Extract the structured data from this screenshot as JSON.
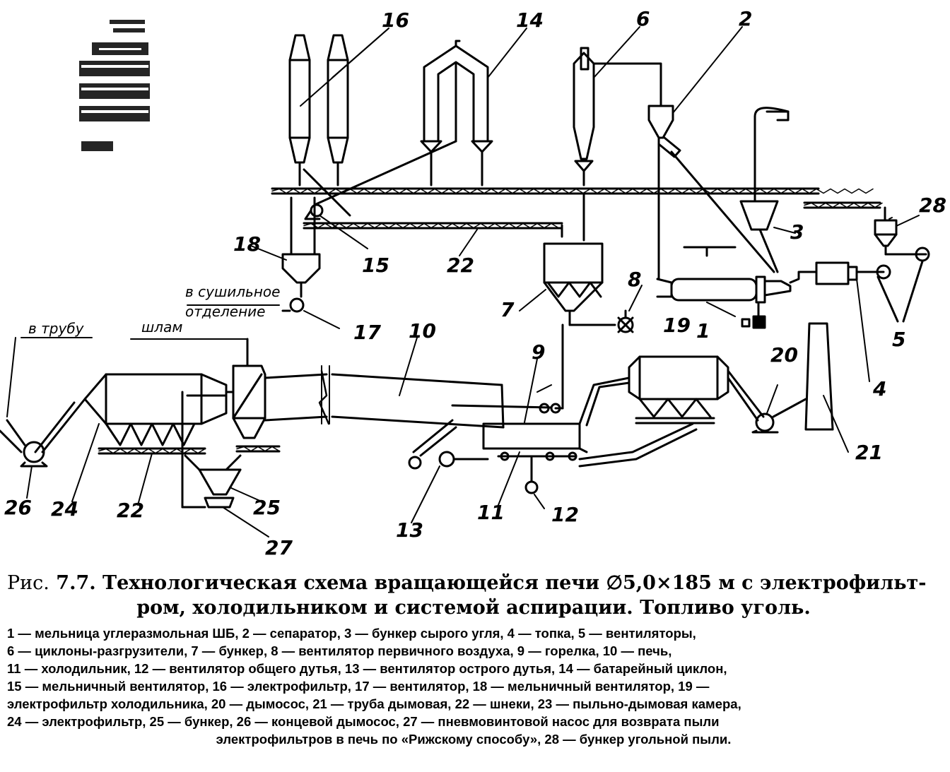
{
  "diagram": {
    "labels": {
      "l1": "1",
      "l2": "2",
      "l3": "3",
      "l4": "4",
      "l5": "5",
      "l6": "6",
      "l7": "7",
      "l8": "8",
      "l9": "9",
      "l10": "10",
      "l11": "11",
      "l12": "12",
      "l13": "13",
      "l14": "14",
      "l15": "15",
      "l16": "16",
      "l17": "17",
      "l18": "18",
      "l19": "19",
      "l20": "20",
      "l21": "21",
      "l22a": "22",
      "l22b": "22",
      "l24": "24",
      "l25": "25",
      "l26": "26",
      "l27": "27",
      "l28": "28"
    },
    "notes": {
      "to_pipe": "в трубу",
      "slurry": "шлам",
      "to_drying_1": "в сушильное",
      "to_drying_2": "отделение"
    }
  },
  "caption": {
    "prefix": "Рис.",
    "title_line1": "7.7. Технологическая схема вращающейся печи ∅5,0×185 м с электрофильт-",
    "title_line2": "ром, холодильником и системой аспирации. Топливо уголь.",
    "legend_lines": [
      "1 — мельница углеразмольная ШБ, 2 — сепаратор, 3 — бункер сырого угля, 4 — топка, 5 — вентиляторы,",
      "6 — циклоны-разгрузители, 7 — бункер, 8 — вентилятор первичного воздуха, 9 — горелка, 10 — печь,",
      "11 — холодильник, 12 — вентилятор общего дутья, 13 — вентилятор острого дутья, 14 — батарейный циклон,",
      "15 — мельничный вентилятор, 16 — электрофильтр, 17 — вентилятор, 18 — мельничный вентилятор, 19 —",
      "электрофильтр холодильника, 20 — дымосос, 21 — труба дымовая, 22 — шнеки, 23 — пыльно-дымовая камера,",
      "24 — электрофильтр, 25 — бункер, 26 — концевой дымосос, 27 — пневмовинтовой насос для возврата пыли",
      "электрофильтров в печь по «Рижскому способу», 28 — бункер угольной пыли."
    ]
  }
}
